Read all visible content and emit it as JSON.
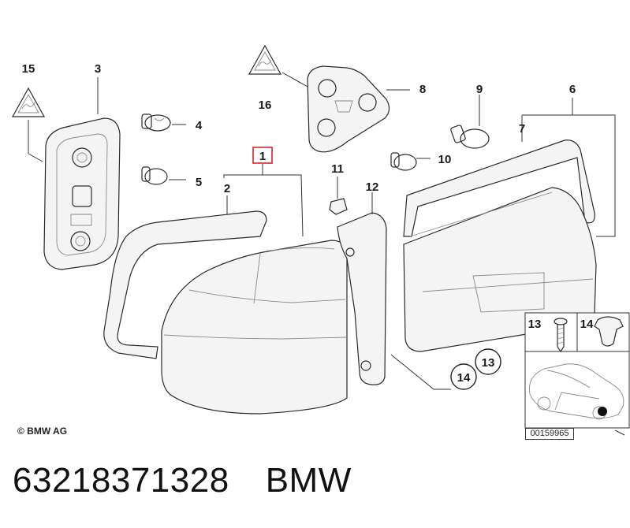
{
  "labels": {
    "p1": "1",
    "p2": "2",
    "p3": "3",
    "p4": "4",
    "p5": "5",
    "p6": "6",
    "p7": "7",
    "p8": "8",
    "p9": "9",
    "p10": "10",
    "p11": "11",
    "p12": "12",
    "p13": "13",
    "p14": "14",
    "p15": "15",
    "p16": "16",
    "p13_inset": "13",
    "p14_inset": "14",
    "p13_circle": "13",
    "p14_circle": "14"
  },
  "copyright": "© BMW AG",
  "diagram_id": "00159965",
  "part_number": "63218371328",
  "brand": "BMW",
  "highlight_color": "#d9232d"
}
